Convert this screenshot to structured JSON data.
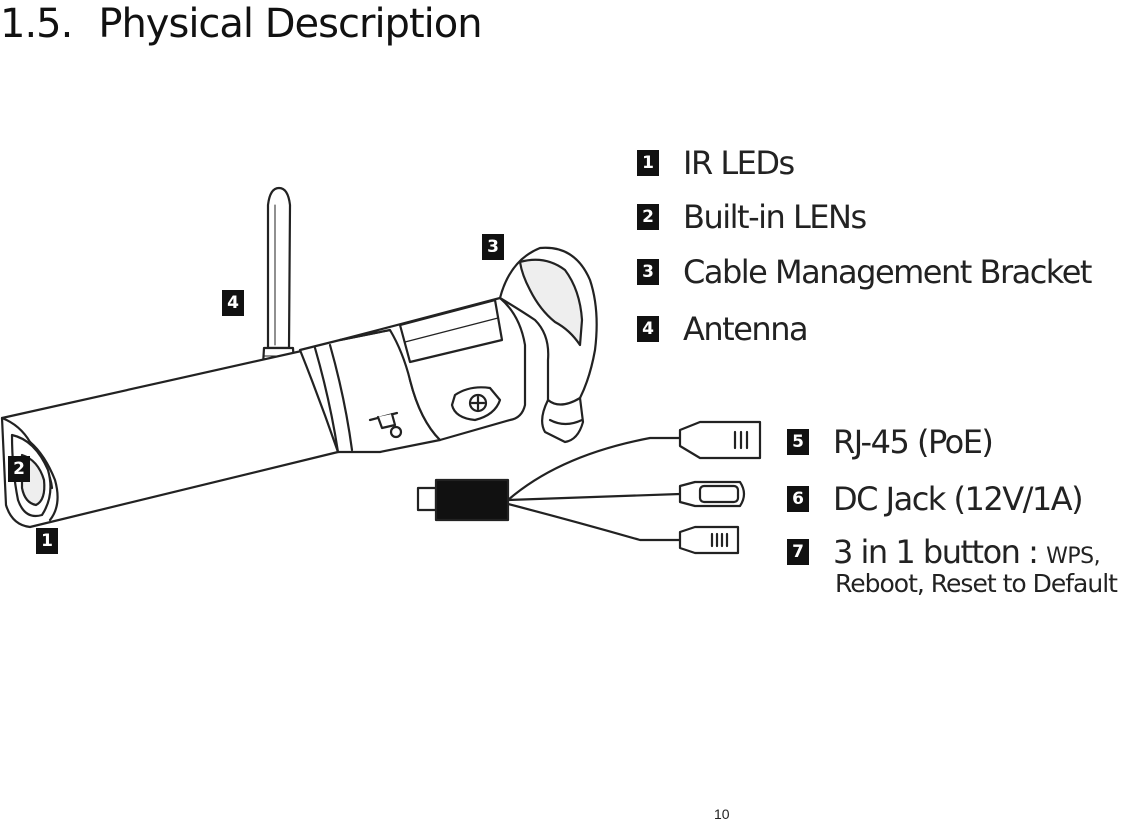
{
  "section": {
    "number": "1.5.",
    "title": "Physical Description"
  },
  "legend": [
    {
      "num": "1",
      "label": "IR LEDs"
    },
    {
      "num": "2",
      "label": "Built-in LENs"
    },
    {
      "num": "3",
      "label": "Cable Management Bracket"
    },
    {
      "num": "4",
      "label": "Antenna"
    },
    {
      "num": "5",
      "label": "RJ-45 (PoE)"
    },
    {
      "num": "6",
      "label": "DC Jack (12V/1A)"
    },
    {
      "num": "7",
      "label": "3 in 1 button :",
      "label_small": "WPS,",
      "label_cont": "Reboot, Reset to Default"
    }
  ],
  "callouts": [
    "1",
    "2",
    "3",
    "4"
  ],
  "page_number": "10"
}
